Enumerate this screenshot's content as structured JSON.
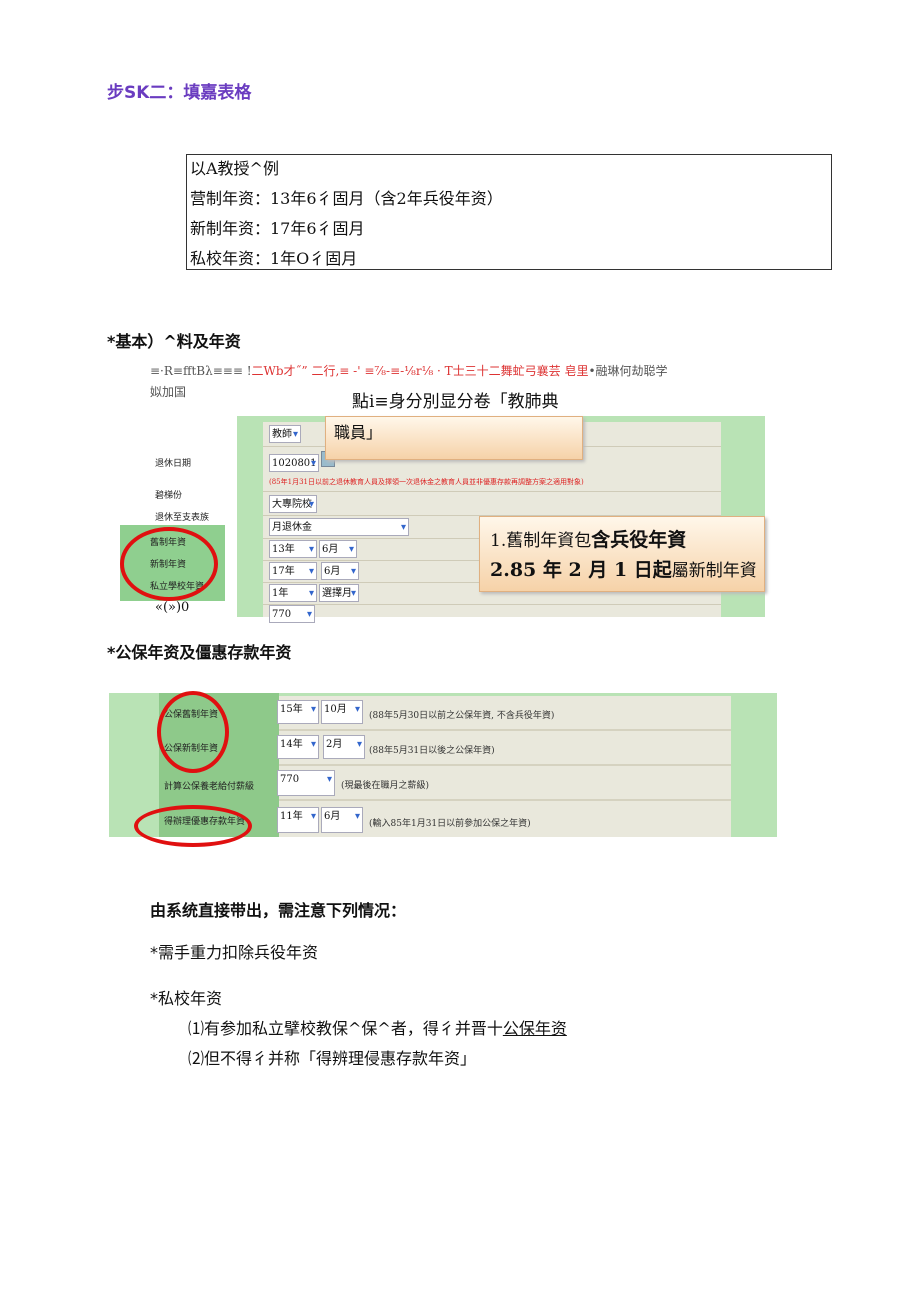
{
  "heading": "步SK二：填嘉表格",
  "example_box": [
    "以A教授^例",
    "营制年资：13年6彳固月（含2年兵役年资）",
    "新制年资：17年6彳固月",
    "私校年资：1年O彳固月"
  ],
  "section1": {
    "title": "*基本）^料及年资",
    "garbled_line_black": "≡·R≡fftBλ≡≡≡ !",
    "garbled_line_red": "二Wb才˝” 二行,≡ -' ≡⅞-≡-⅛r⅛ · T士三十二舞虻弓襄芸 皂里",
    "garbled_line_tail": "•融琳何劫聪学",
    "subline": "姒加国",
    "caption": "點i≡身分別显分卷「教肺典",
    "labels": [
      "退休日期",
      "碧梯份",
      "退休至支表族",
      "舊制年資",
      "新制年資",
      "私立學校年資",
      "«(»)0"
    ],
    "callout_top": "職員」",
    "fields": {
      "identity": "教師",
      "date": "1020801",
      "notice": "(85年1月31日以前之退休教育人員及擇領一次退休金之教育人員並非優惠存款再調整方案之適用對象)",
      "school": "大專院校",
      "pension": "月退休金",
      "old_years": "13年",
      "old_months": "6月",
      "new_years": "17年",
      "new_months": "6月",
      "private_years": "1年",
      "private_months": "選擇月",
      "grade": "770"
    },
    "callout_lines": [
      {
        "normal": "1.舊制年資包",
        "bold": "含兵役年資"
      },
      {
        "bold": "2.85 年 2 月 1 日起",
        "normal": "屬新制年資"
      }
    ]
  },
  "section2": {
    "title": "*公保年资及僵惠存款年资",
    "rows": [
      {
        "label": "公保舊制年資",
        "years": "15年",
        "months": "10月",
        "note": "(88年5月30日以前之公保年資, 不含兵役年資)"
      },
      {
        "label": "公保新制年資",
        "years": "14年",
        "months": "2月",
        "note": "(88年5月31日以後之公保年資)"
      },
      {
        "label": "計算公保養老給付薪級",
        "years": "770",
        "months": "",
        "note": "(現最後在職月之薪級)"
      },
      {
        "label": "得辦理優惠存款年資",
        "years": "11年",
        "months": "6月",
        "note": "(輸入85年1月31日以前參加公保之年資)"
      }
    ]
  },
  "notes": {
    "intro": "由系统直接带出，需注意下列情况：",
    "item1": "*需手重力扣除兵役年资",
    "item2": "*私校年资",
    "sub1_prefix": "⑴有参加私立擘校教保^保^者，得彳并晋十",
    "sub1_link": "公保年资",
    "sub2": "⑵但不得彳并称「得辨理侵惠存款年资」"
  },
  "colors": {
    "heading": "#6a3cc0",
    "highlight_ring": "#e01010",
    "panel_green": "#b9e3b5"
  }
}
